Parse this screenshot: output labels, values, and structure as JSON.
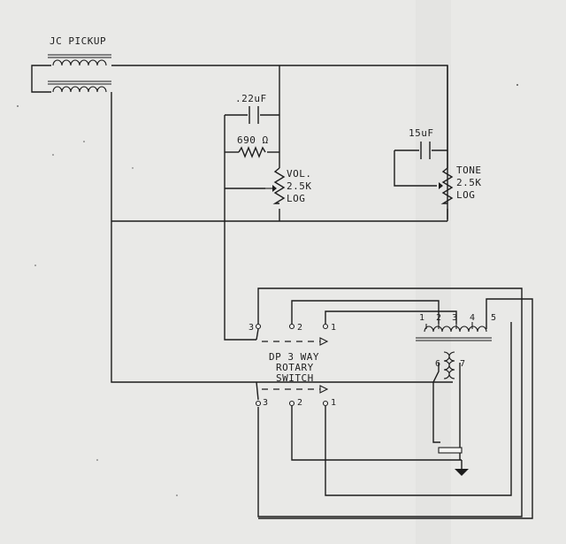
{
  "labels": {
    "pickup": "JC PICKUP",
    "cap_vol": ".22uF",
    "resistor": "690 Ω",
    "vol_l1": "VOL.",
    "vol_l2": "2.5K",
    "vol_l3": "LOG",
    "cap_tone": "15uF",
    "tone_l1": "TONE",
    "tone_l2": "2.5K",
    "tone_l3": "LOG",
    "switch_l1": "DP 3 WAY",
    "switch_l2": "ROTARY",
    "switch_l3": "SWITCH"
  },
  "switch_top_terminals": [
    "3",
    "2",
    "1"
  ],
  "switch_bottom_terminals": [
    "3",
    "2",
    "1"
  ],
  "transformer_terminals": [
    "1",
    "2",
    "3",
    "4",
    "5",
    "6",
    "7"
  ],
  "colors": {
    "paper": "#e9e9e7",
    "ink": "#1c1c1c"
  }
}
